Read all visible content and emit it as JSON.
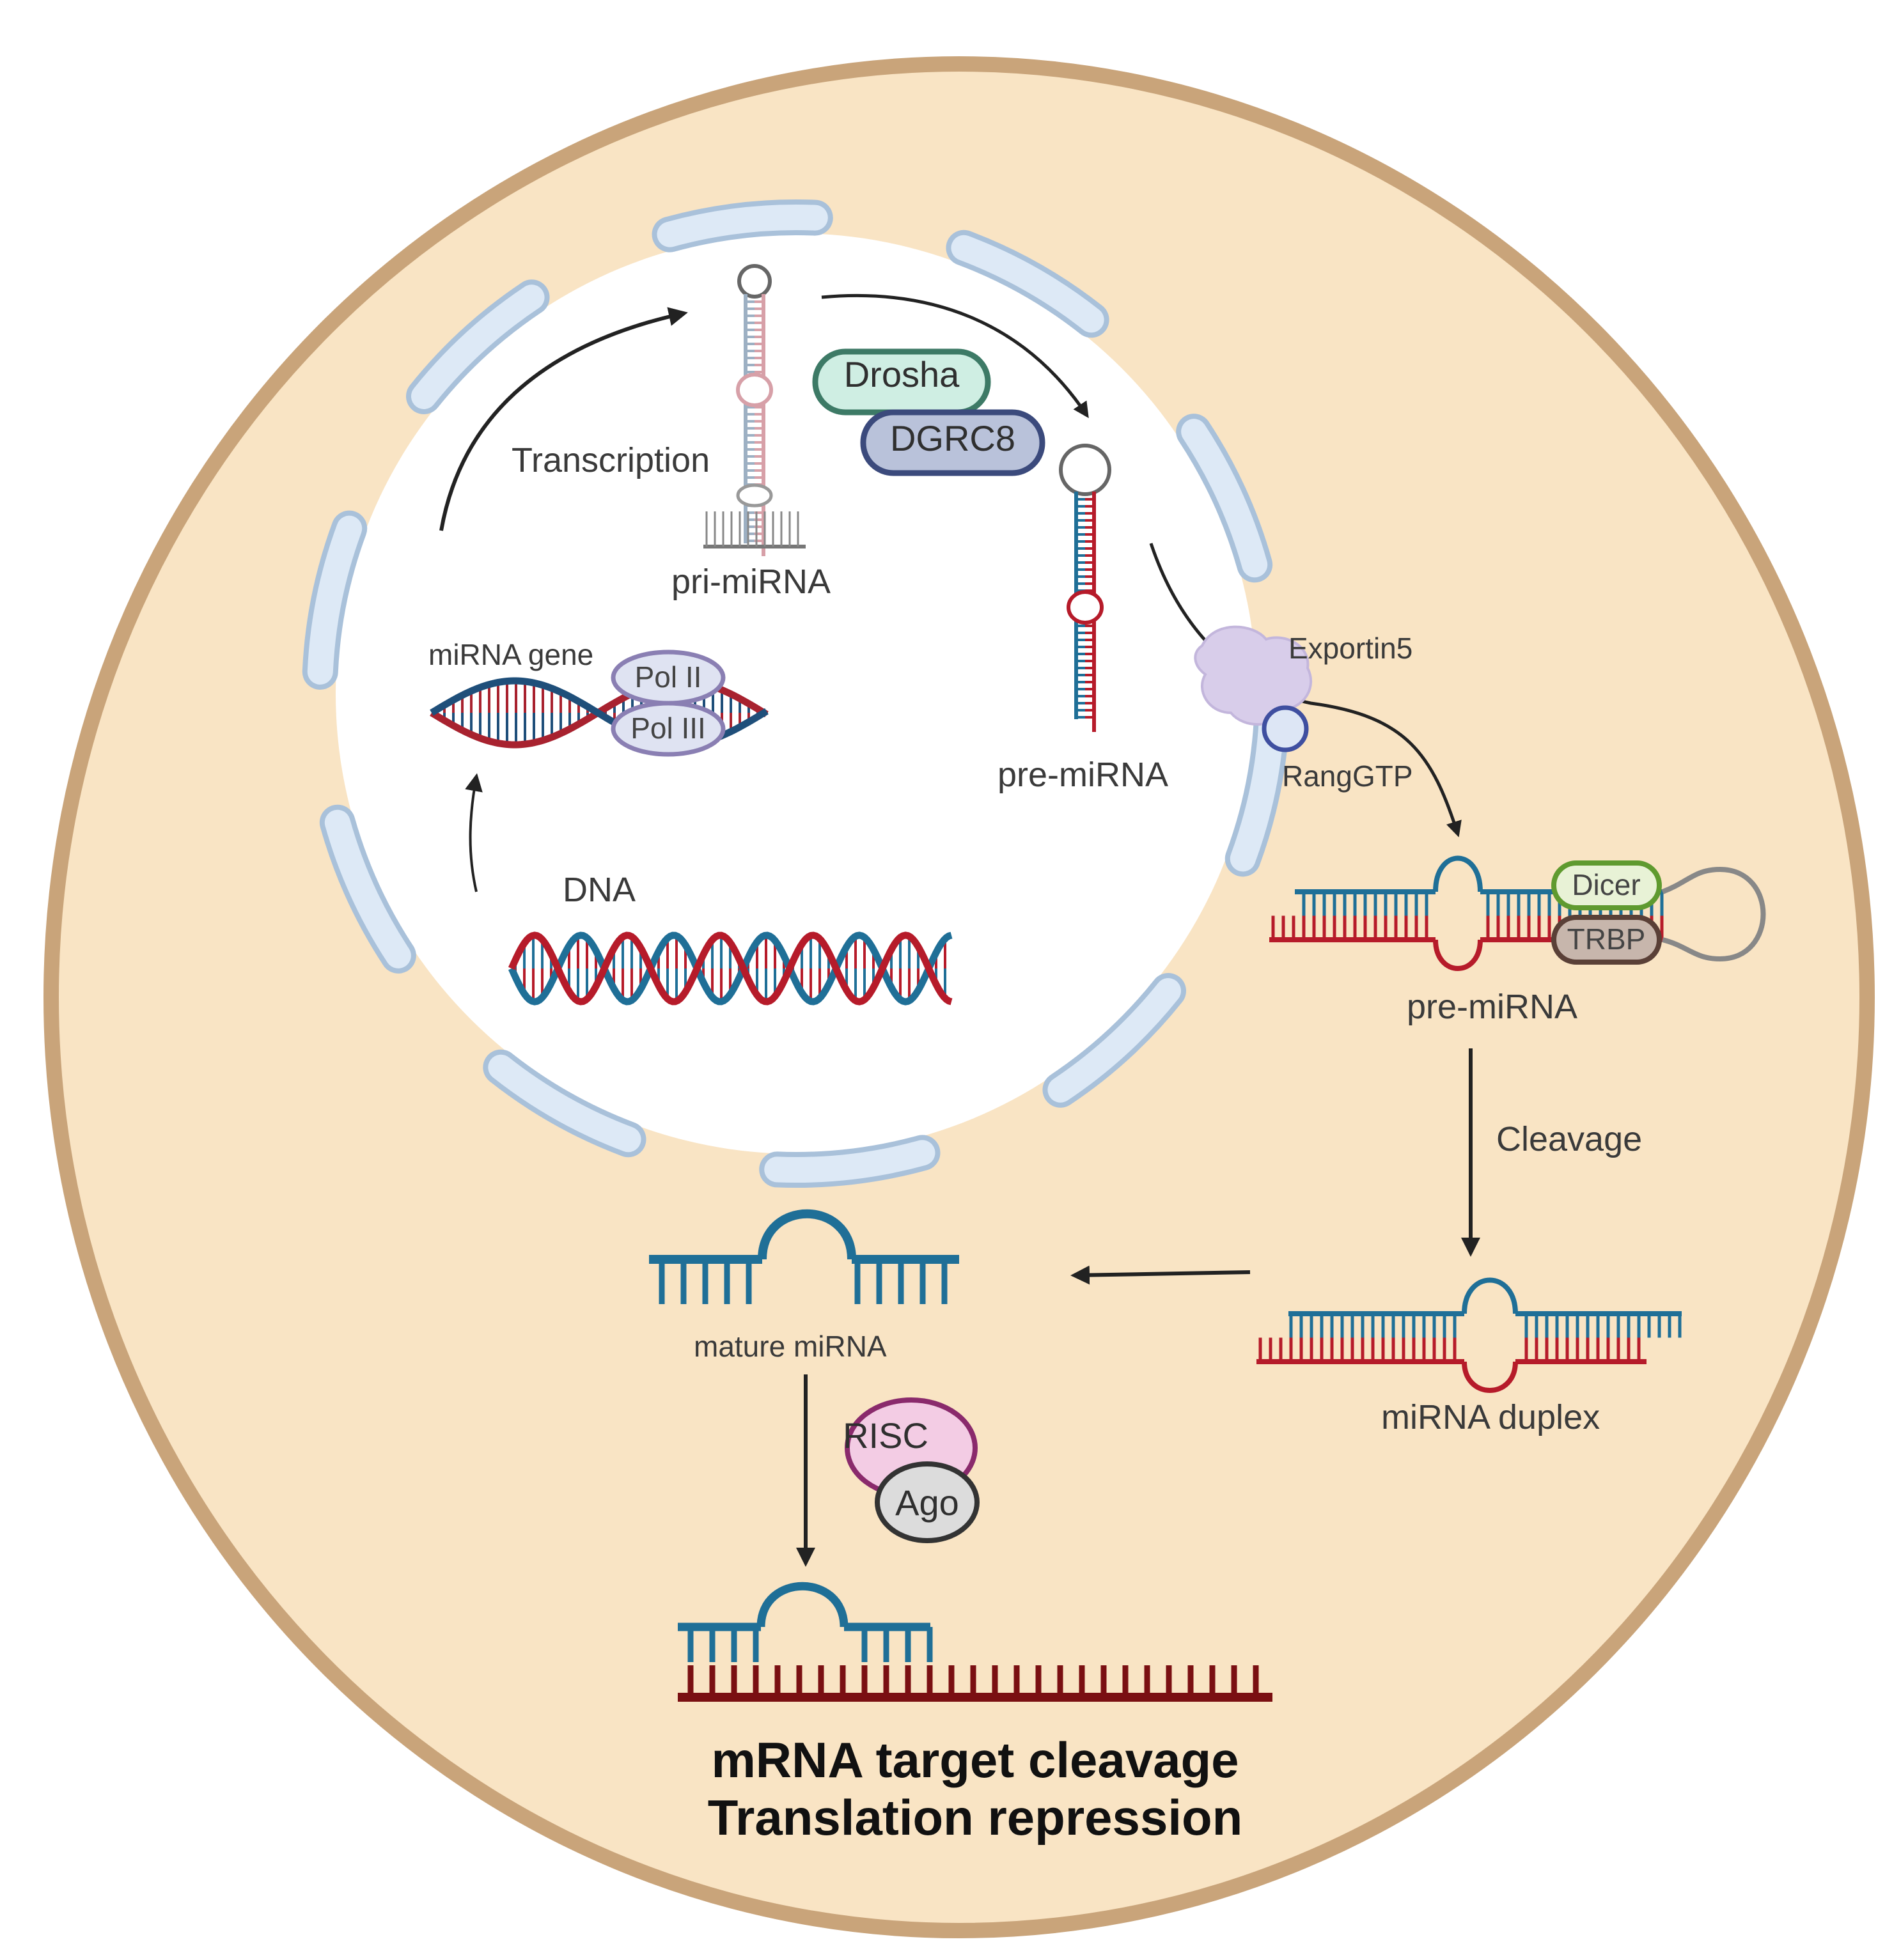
{
  "labels": {
    "transcription": "Transcription",
    "pri_mirna": "pri-miRNA",
    "drosha": "Drosha",
    "dgrc8": "DGRC8",
    "pre_mirna_nucleus": "pre-miRNA",
    "mirna_gene": "miRNA gene",
    "pol2": "Pol II",
    "pol3": "Pol III",
    "dna": "DNA",
    "exportin5": "Exportin5",
    "ranggtp": "RangGTP",
    "dicer": "Dicer",
    "trbp": "TRBP",
    "pre_mirna_cytoplasm": "pre-miRNA",
    "cleavage": "Cleavage",
    "mirna_duplex": "miRNA duplex",
    "mature_mirna": "mature miRNA",
    "risc": "RISC",
    "ago": "Ago",
    "outcome_line1": "mRNA target cleavage",
    "outcome_line2": "Translation repression"
  },
  "colors": {
    "cell_fill": "#f9e4c4",
    "cell_border": "#c9a47a",
    "nucleus_fill": "#ffffff",
    "envelope": "#c6d8ea",
    "rna_blue": "#1f6f97",
    "rna_red": "#b61b2a",
    "mrna_dark_red": "#7a0f12",
    "drosha": "#cfeee3",
    "dgrc8": "#b9c2da",
    "pol": "#dfe3f2",
    "exportin": "#d8cdea",
    "dicer": "#e8f2d6",
    "trbp": "#c7b6ac",
    "risc": "#f3cce4",
    "ago": "#dcdcdc"
  }
}
